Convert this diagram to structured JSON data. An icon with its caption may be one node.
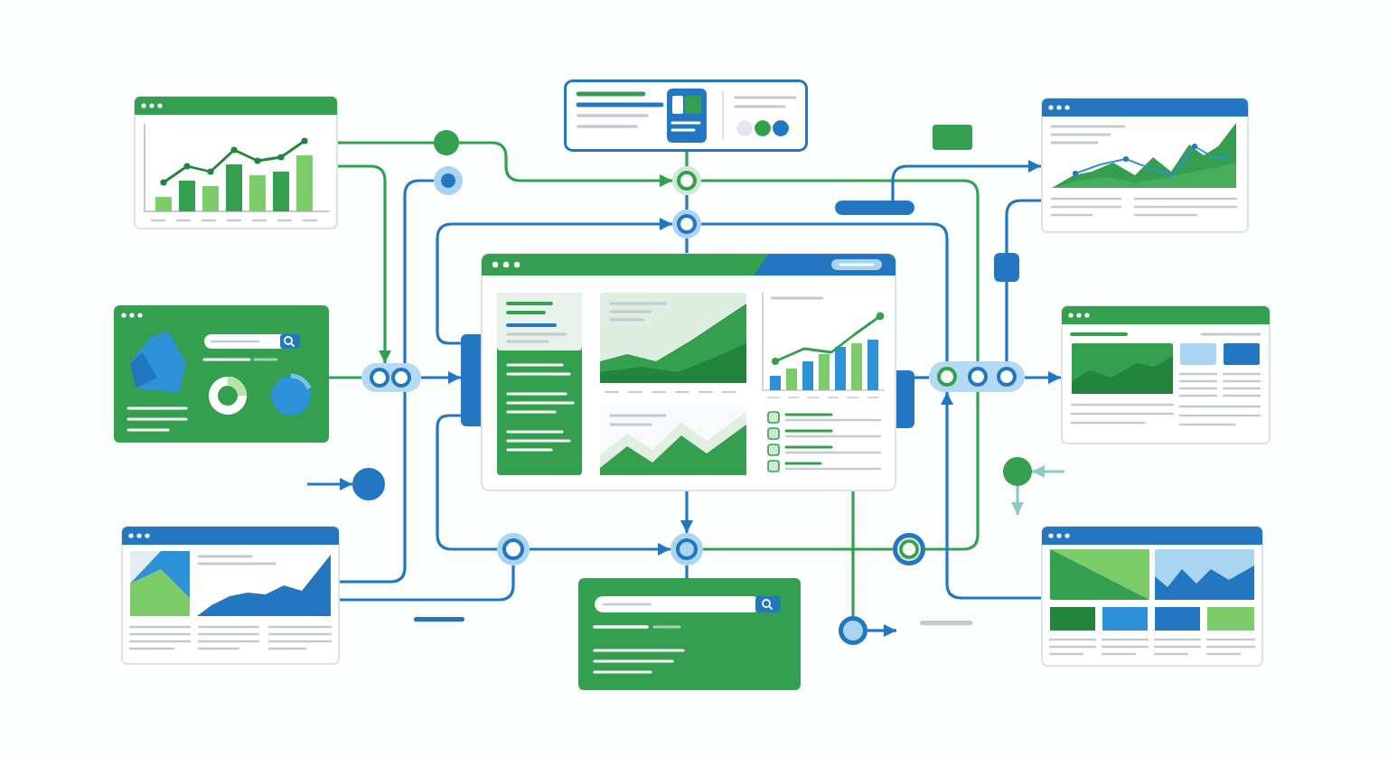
{
  "diagram": {
    "nodes": [
      {
        "text": [],
        "shape": "picture"
      },
      {
        "text": [],
        "shape": "circle"
      },
      {
        "text": [],
        "shape": "circle"
      },
      {
        "text": [],
        "shape": "picture"
      },
      {
        "text": [],
        "shape": "circle"
      },
      {
        "text": [],
        "shape": "circle"
      },
      {
        "text": [],
        "shape": "bar"
      },
      {
        "text": [],
        "shape": "picture"
      },
      {
        "text": [],
        "shape": "picture"
      },
      {
        "text": [],
        "shape": "box"
      },
      {
        "text": [],
        "shape": "picture"
      },
      {
        "text": [],
        "shape": "box"
      },
      {
        "text": [],
        "shape": "picture"
      },
      {
        "text": [],
        "shape": "circle"
      },
      {
        "text": [],
        "shape": "circle"
      },
      {
        "text": [],
        "shape": "picture"
      },
      {
        "text": [],
        "shape": "circle"
      },
      {
        "text": [],
        "shape": "circle"
      },
      {
        "text": [],
        "shape": "circle"
      },
      {
        "text": [],
        "shape": "picture"
      },
      {
        "text": [],
        "shape": "picture"
      },
      {
        "text": [],
        "shape": "circle"
      }
    ],
    "edges": [
      {
        "from": 0,
        "to": 1,
        "arrow": "none",
        "color": "#34a04f"
      },
      {
        "from": 1,
        "to": 4,
        "arrow": "to",
        "color": "#34a04f"
      },
      {
        "from": 0,
        "to": 9,
        "arrow": "to",
        "color": "#34a04f"
      },
      {
        "from": 9,
        "to": 2,
        "arrow": "none"
      },
      {
        "from": 15,
        "to": 9,
        "arrow": "none"
      },
      {
        "from": 8,
        "to": 9,
        "arrow": "none",
        "color": "#34a04f"
      },
      {
        "from": 9,
        "to": 10,
        "arrow": "to"
      },
      {
        "from": 10,
        "to": 5,
        "arrow": "to"
      },
      {
        "from": 3,
        "to": 4,
        "arrow": "none",
        "color": "#34a04f"
      },
      {
        "from": 4,
        "to": 5,
        "arrow": "none"
      },
      {
        "from": 5,
        "to": 10,
        "arrow": "none"
      },
      {
        "from": 4,
        "to": 11,
        "arrow": "none",
        "color": "#34a04f"
      },
      {
        "from": 11,
        "to": 18,
        "arrow": "none",
        "color": "#34a04f"
      },
      {
        "from": 5,
        "to": 11,
        "arrow": "none"
      },
      {
        "from": 6,
        "to": 7,
        "arrow": "to"
      },
      {
        "from": 7,
        "to": 11,
        "arrow": "none"
      },
      {
        "from": 10,
        "to": 11,
        "arrow": "none"
      },
      {
        "from": 11,
        "to": 12,
        "arrow": "to"
      },
      {
        "from": 19,
        "to": 11,
        "arrow": "to"
      },
      {
        "from": null,
        "to": 13,
        "arrow": "to"
      },
      {
        "from": null,
        "to": 14,
        "arrow": "to",
        "color": "#8ec9c6"
      },
      {
        "from": 14,
        "to": null,
        "arrow": "to",
        "color": "#8ec9c6"
      },
      {
        "from": 10,
        "to": 17,
        "arrow": "to"
      },
      {
        "from": 17,
        "to": 20,
        "arrow": "none"
      },
      {
        "from": 15,
        "to": 16,
        "arrow": "none"
      },
      {
        "from": 10,
        "to": 16,
        "arrow": "none"
      },
      {
        "from": 16,
        "to": 17,
        "arrow": "to"
      },
      {
        "from": 17,
        "to": 18,
        "arrow": "none",
        "color": "#34a04f"
      },
      {
        "from": 10,
        "to": 21,
        "arrow": "none",
        "color": "#34a04f"
      },
      {
        "from": 21,
        "to": null,
        "arrow": "to"
      }
    ]
  }
}
